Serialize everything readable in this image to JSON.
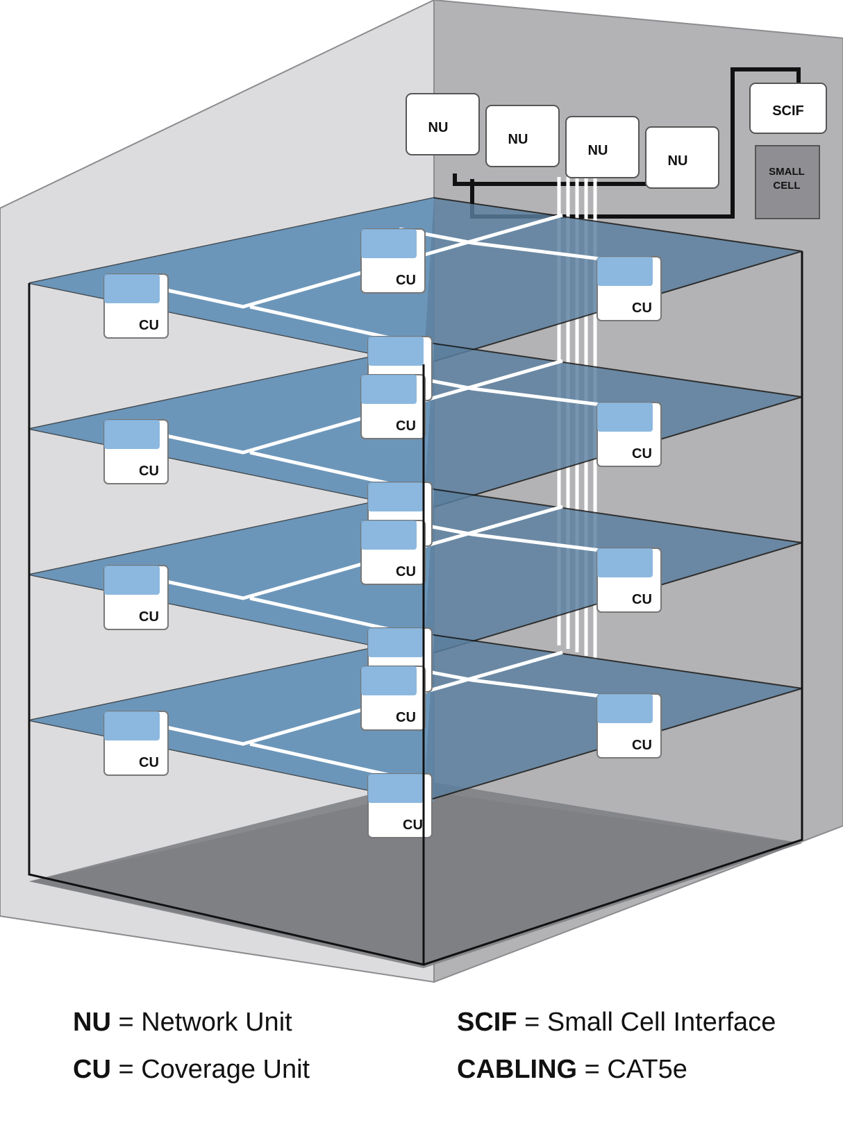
{
  "colors": {
    "wall_left": "#dcdcde",
    "wall_right": "#b3b3b6",
    "floor_dark": "#7c7d80",
    "slab_left": "#6f99bd",
    "slab_right": "#5b7f9f",
    "unit_body": "#ffffff",
    "unit_blue": "#7fb0db",
    "cable_light": "#ffffff",
    "cable_dark": "#111111"
  },
  "labels": {
    "nu": "NU",
    "cu": "CU",
    "scif": "SCIF",
    "small_cell_line1": "SMALL",
    "small_cell_line2": "CELL"
  },
  "legend": {
    "nu_abbr": "NU",
    "nu_eq": " = Network Unit",
    "cu_abbr": "CU",
    "cu_eq": " = Coverage Unit",
    "scif_abbr": "SCIF",
    "scif_eq": " = Small Cell Interface",
    "cabling_abbr": "CABLING",
    "cabling_eq": " = CAT5e"
  }
}
